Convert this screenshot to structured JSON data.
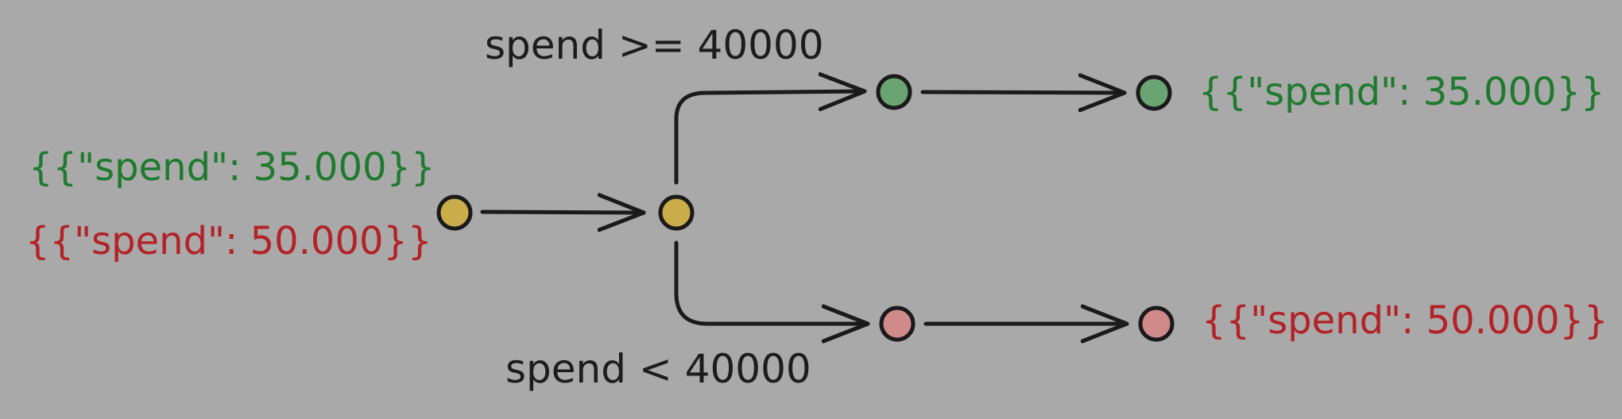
{
  "conditions": {
    "top": "spend >= 40000",
    "bottom": "spend < 40000"
  },
  "inputs": {
    "first": "{{\"spend\": 35.000}}",
    "second": "{{\"spend\": 50.000}}"
  },
  "outputs": {
    "top": "{{\"spend\": 35.000}}",
    "bottom": "{{\"spend\": 50.000}}"
  },
  "colors": {
    "background": "#a9a9a9",
    "stroke": "#1a1a1a",
    "green_text": "#1f7a2e",
    "red_text": "#b32226",
    "yellow_node": "#c9ad4a",
    "green_node": "#6aa472",
    "pink_node": "#d18a8a"
  }
}
